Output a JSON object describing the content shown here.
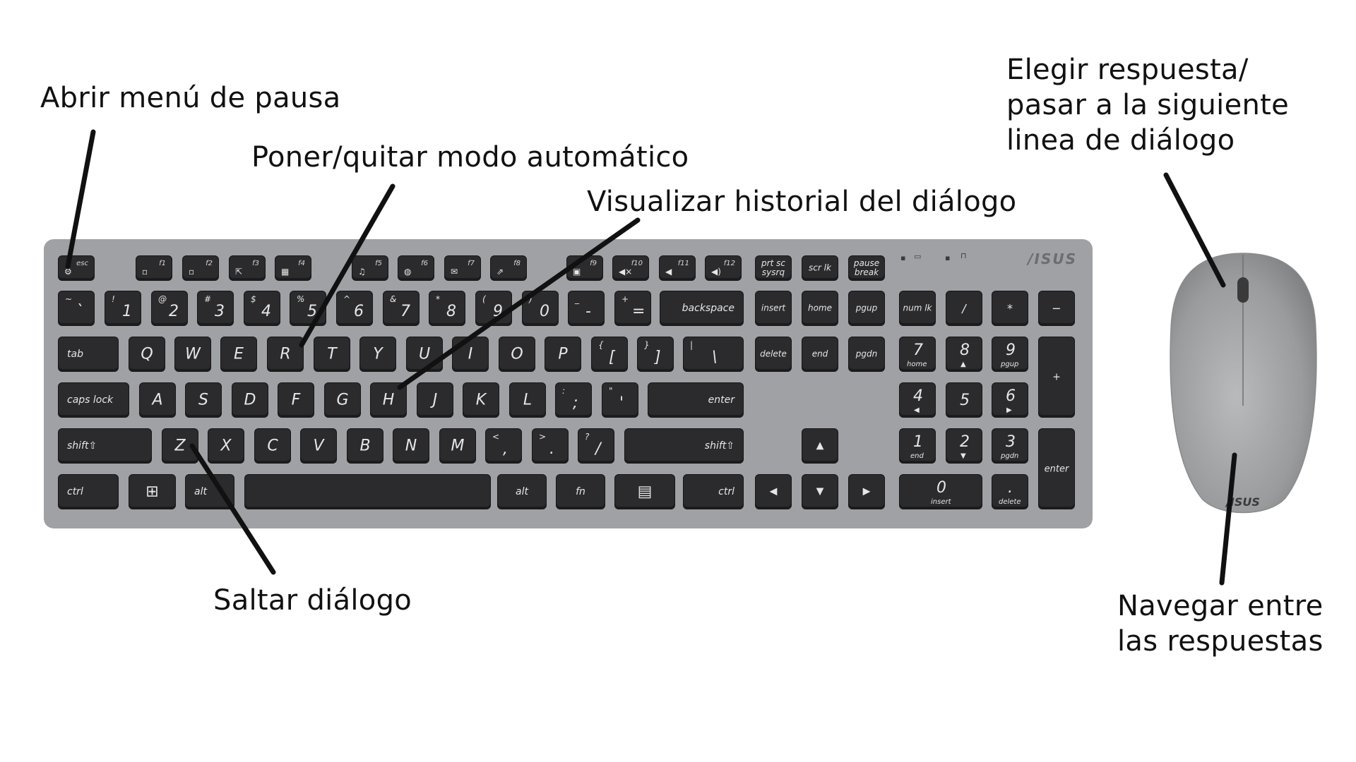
{
  "annotations": {
    "pause_menu": "Abrir menú de pausa",
    "auto_mode": "Poner/quitar modo automático",
    "history": "Visualizar historial del diálogo",
    "choose_answer": "Elegir respuesta/\npasar a la siguiente\nlinea de diálogo",
    "skip_dialog": "Saltar diálogo",
    "navigate_answers": "Navegar entre\nlas respuestas"
  },
  "keyboard": {
    "brand": "/ISUS",
    "fn_row": [
      {
        "id": "esc",
        "sub": "esc"
      },
      {
        "id": "f1",
        "sub": "f1"
      },
      {
        "id": "f2",
        "sub": "f2"
      },
      {
        "id": "f3",
        "sub": "f3"
      },
      {
        "id": "f4",
        "sub": "f4"
      },
      {
        "id": "f5",
        "sub": "f5"
      },
      {
        "id": "f6",
        "sub": "f6"
      },
      {
        "id": "f7",
        "sub": "f7"
      },
      {
        "id": "f8",
        "sub": "f8"
      },
      {
        "id": "f9",
        "sub": "f9"
      },
      {
        "id": "f10",
        "sub": "f10"
      },
      {
        "id": "f11",
        "sub": "f11"
      },
      {
        "id": "f12",
        "sub": "f12"
      },
      {
        "id": "prtsc",
        "sub": "prt sc\nsysrq"
      },
      {
        "id": "scrlk",
        "sub": "scr lk"
      },
      {
        "id": "pause",
        "sub": "pause\nbreak"
      }
    ],
    "number_row": [
      {
        "id": "tilde",
        "top": "~",
        "main": "`"
      },
      {
        "id": "1",
        "top": "!",
        "main": "1"
      },
      {
        "id": "2",
        "top": "@",
        "main": "2"
      },
      {
        "id": "3",
        "top": "#",
        "main": "3"
      },
      {
        "id": "4",
        "top": "$",
        "main": "4"
      },
      {
        "id": "5",
        "top": "%",
        "main": "5"
      },
      {
        "id": "6",
        "top": "^",
        "main": "6"
      },
      {
        "id": "7",
        "top": "&",
        "main": "7"
      },
      {
        "id": "8",
        "top": "*",
        "main": "8"
      },
      {
        "id": "9",
        "top": "(",
        "main": "9"
      },
      {
        "id": "0",
        "top": ")",
        "main": "0"
      },
      {
        "id": "minus",
        "top": "_",
        "main": "-"
      },
      {
        "id": "equals",
        "top": "+",
        "main": "="
      },
      {
        "id": "backspace",
        "label": "backspace"
      }
    ],
    "row_q": [
      "Q",
      "W",
      "E",
      "R",
      "T",
      "Y",
      "U",
      "I",
      "O",
      "P"
    ],
    "row_q_brackets": [
      {
        "top": "{",
        "main": "["
      },
      {
        "top": "}",
        "main": "]"
      },
      {
        "top": "|",
        "main": "\\"
      }
    ],
    "tab": "tab",
    "row_a": [
      "A",
      "S",
      "D",
      "F",
      "G",
      "H",
      "J",
      "K",
      "L"
    ],
    "row_a_punct": [
      {
        "top": ":",
        "main": ";"
      },
      {
        "top": "\"",
        "main": "'"
      }
    ],
    "caps": "caps lock",
    "enter": "enter",
    "row_z": [
      "Z",
      "X",
      "C",
      "V",
      "B",
      "N",
      "M"
    ],
    "row_z_punct": [
      {
        "top": "<",
        "main": ","
      },
      {
        "top": ">",
        "main": "."
      },
      {
        "top": "?",
        "main": "/"
      }
    ],
    "shift": "shift⇧",
    "ctrl": "ctrl",
    "alt": "alt",
    "fn": "fn",
    "win_icon": "windows-icon",
    "nav": {
      "insert": "insert",
      "home": "home",
      "pgup": "pgup",
      "delete": "delete",
      "end": "end",
      "pgdn": "pgdn"
    },
    "arrows": {
      "up": "▲",
      "left": "◀",
      "down": "▼",
      "right": "▶"
    },
    "numpad": {
      "numlk": "num lk",
      "slash": "/",
      "star": "*",
      "minus": "−",
      "plus": "+",
      "enter": "enter",
      "n7": "7",
      "n7s": "home",
      "n8": "8",
      "n8s": "▲",
      "n9": "9",
      "n9s": "pgup",
      "n4": "4",
      "n4s": "◀",
      "n5": "5",
      "n6": "6",
      "n6s": "▶",
      "n1": "1",
      "n1s": "end",
      "n2": "2",
      "n2s": "▼",
      "n3": "3",
      "n3s": "pgdn",
      "n0": "0",
      "n0s": "insert",
      "dot": ".",
      "dots": "delete"
    }
  },
  "mouse": {
    "brand": "/ISUS"
  },
  "colors": {
    "keyboard_body": "#9fa1a5",
    "key": "#2b2b2d",
    "mouse_body": "#9a9b9d",
    "leader": "#111111"
  }
}
